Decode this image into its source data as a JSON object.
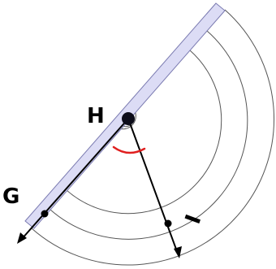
{
  "labels": {
    "vertex": "H",
    "ray_end_left": "G",
    "ray_end_right": "I"
  },
  "colors": {
    "ruler_fill": "#dcdcf5",
    "ruler_stroke": "#7a7ab0",
    "arc_stroke": "#555555",
    "angle_mark": "#e02020",
    "ray": "#000000"
  }
}
